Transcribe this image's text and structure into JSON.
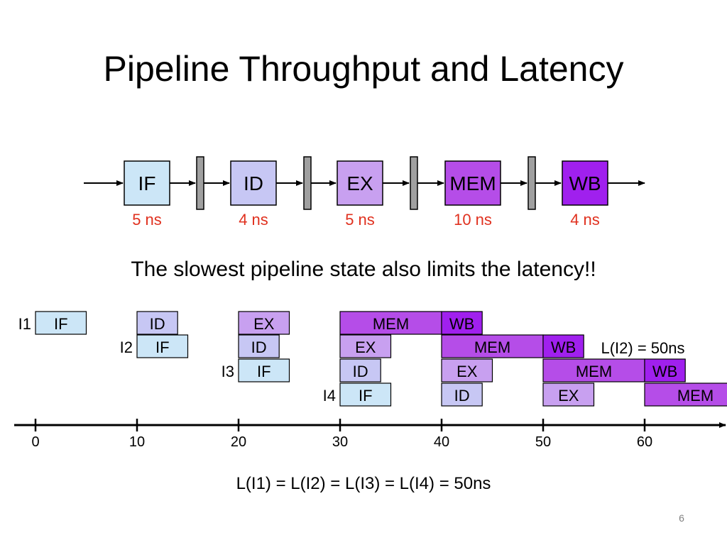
{
  "title": "Pipeline Throughput and Latency",
  "stages": [
    {
      "label": "IF",
      "time": "5 ns"
    },
    {
      "label": "ID",
      "time": "4 ns"
    },
    {
      "label": "EX",
      "time": "5 ns"
    },
    {
      "label": "MEM",
      "time": "10 ns"
    },
    {
      "label": "WB",
      "time": "4 ns"
    }
  ],
  "subtitle": "The slowest pipeline state also limits the latency!!",
  "instructions": [
    {
      "label": "I1",
      "start": 0
    },
    {
      "label": "I2",
      "start": 10
    },
    {
      "label": "I3",
      "start": 20
    },
    {
      "label": "I4",
      "start": 30
    }
  ],
  "timeline_blocks": [
    {
      "stage": "IF",
      "start": 0,
      "duration": 5
    },
    {
      "stage": "ID",
      "start": 10,
      "duration": 4
    },
    {
      "stage": "EX",
      "start": 20,
      "duration": 5
    },
    {
      "stage": "MEM",
      "start": 30,
      "duration": 10
    },
    {
      "stage": "WB",
      "start": 40,
      "duration": 4
    },
    {
      "stage": "IF",
      "start": 10,
      "duration": 5
    },
    {
      "stage": "ID",
      "start": 20,
      "duration": 4
    },
    {
      "stage": "EX",
      "start": 30,
      "duration": 5
    },
    {
      "stage": "MEM",
      "start": 40,
      "duration": 10
    },
    {
      "stage": "WB",
      "start": 50,
      "duration": 4
    },
    {
      "stage": "IF",
      "start": 20,
      "duration": 5
    },
    {
      "stage": "ID",
      "start": 30,
      "duration": 4
    },
    {
      "stage": "EX",
      "start": 40,
      "duration": 5
    },
    {
      "stage": "MEM",
      "start": 50,
      "duration": 10
    },
    {
      "stage": "WB",
      "start": 60,
      "duration": 4
    },
    {
      "stage": "IF",
      "start": 30,
      "duration": 5
    },
    {
      "stage": "ID",
      "start": 40,
      "duration": 4
    },
    {
      "stage": "EX",
      "start": 50,
      "duration": 5
    },
    {
      "stage": "MEM",
      "start": 60,
      "duration": 10
    }
  ],
  "latency_note": "L(I2) = 50ns",
  "axis_ticks": [
    0,
    10,
    20,
    30,
    40,
    50,
    60
  ],
  "formula": "L(I1) = L(I2) = L(I3) = L(I4) = 50ns",
  "page_number": "6",
  "colors": {
    "IF": "#cce6f7",
    "ID": "#c7c7f4",
    "EX": "#c8a0f0",
    "MEM": "#b54de8",
    "WB": "#a020ee",
    "time_label": "#e0301e",
    "register": "#a0a0a0"
  }
}
